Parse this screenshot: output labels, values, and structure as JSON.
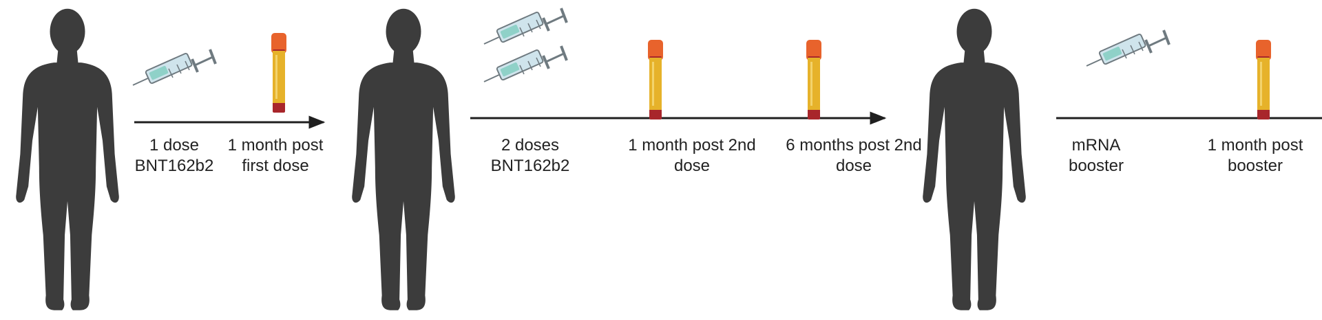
{
  "colors": {
    "silhouette": "#3c3c3c",
    "arrow": "#1f1f1f",
    "tube_cap": "#e8632c",
    "tube_fill": "#e6b22a",
    "tube_bottom": "#a8262b",
    "syringe_barrel": "#cfe4ec",
    "syringe_fluid": "#8fd1c8",
    "syringe_outline": "#6f7a80"
  },
  "stages": [
    {
      "labels": [
        {
          "lines": [
            "1 dose",
            "BNT162b2"
          ]
        },
        {
          "lines": [
            "1 month post",
            "first dose"
          ]
        }
      ]
    },
    {
      "labels": [
        {
          "lines": [
            "2 doses",
            "BNT162b2"
          ]
        },
        {
          "lines": [
            "1 month post 2nd",
            "dose"
          ]
        },
        {
          "lines": [
            "6 months post 2nd",
            "dose"
          ]
        }
      ]
    },
    {
      "labels": [
        {
          "lines": [
            "mRNA",
            "booster"
          ]
        },
        {
          "lines": [
            "1 month post",
            "booster"
          ]
        }
      ]
    }
  ]
}
